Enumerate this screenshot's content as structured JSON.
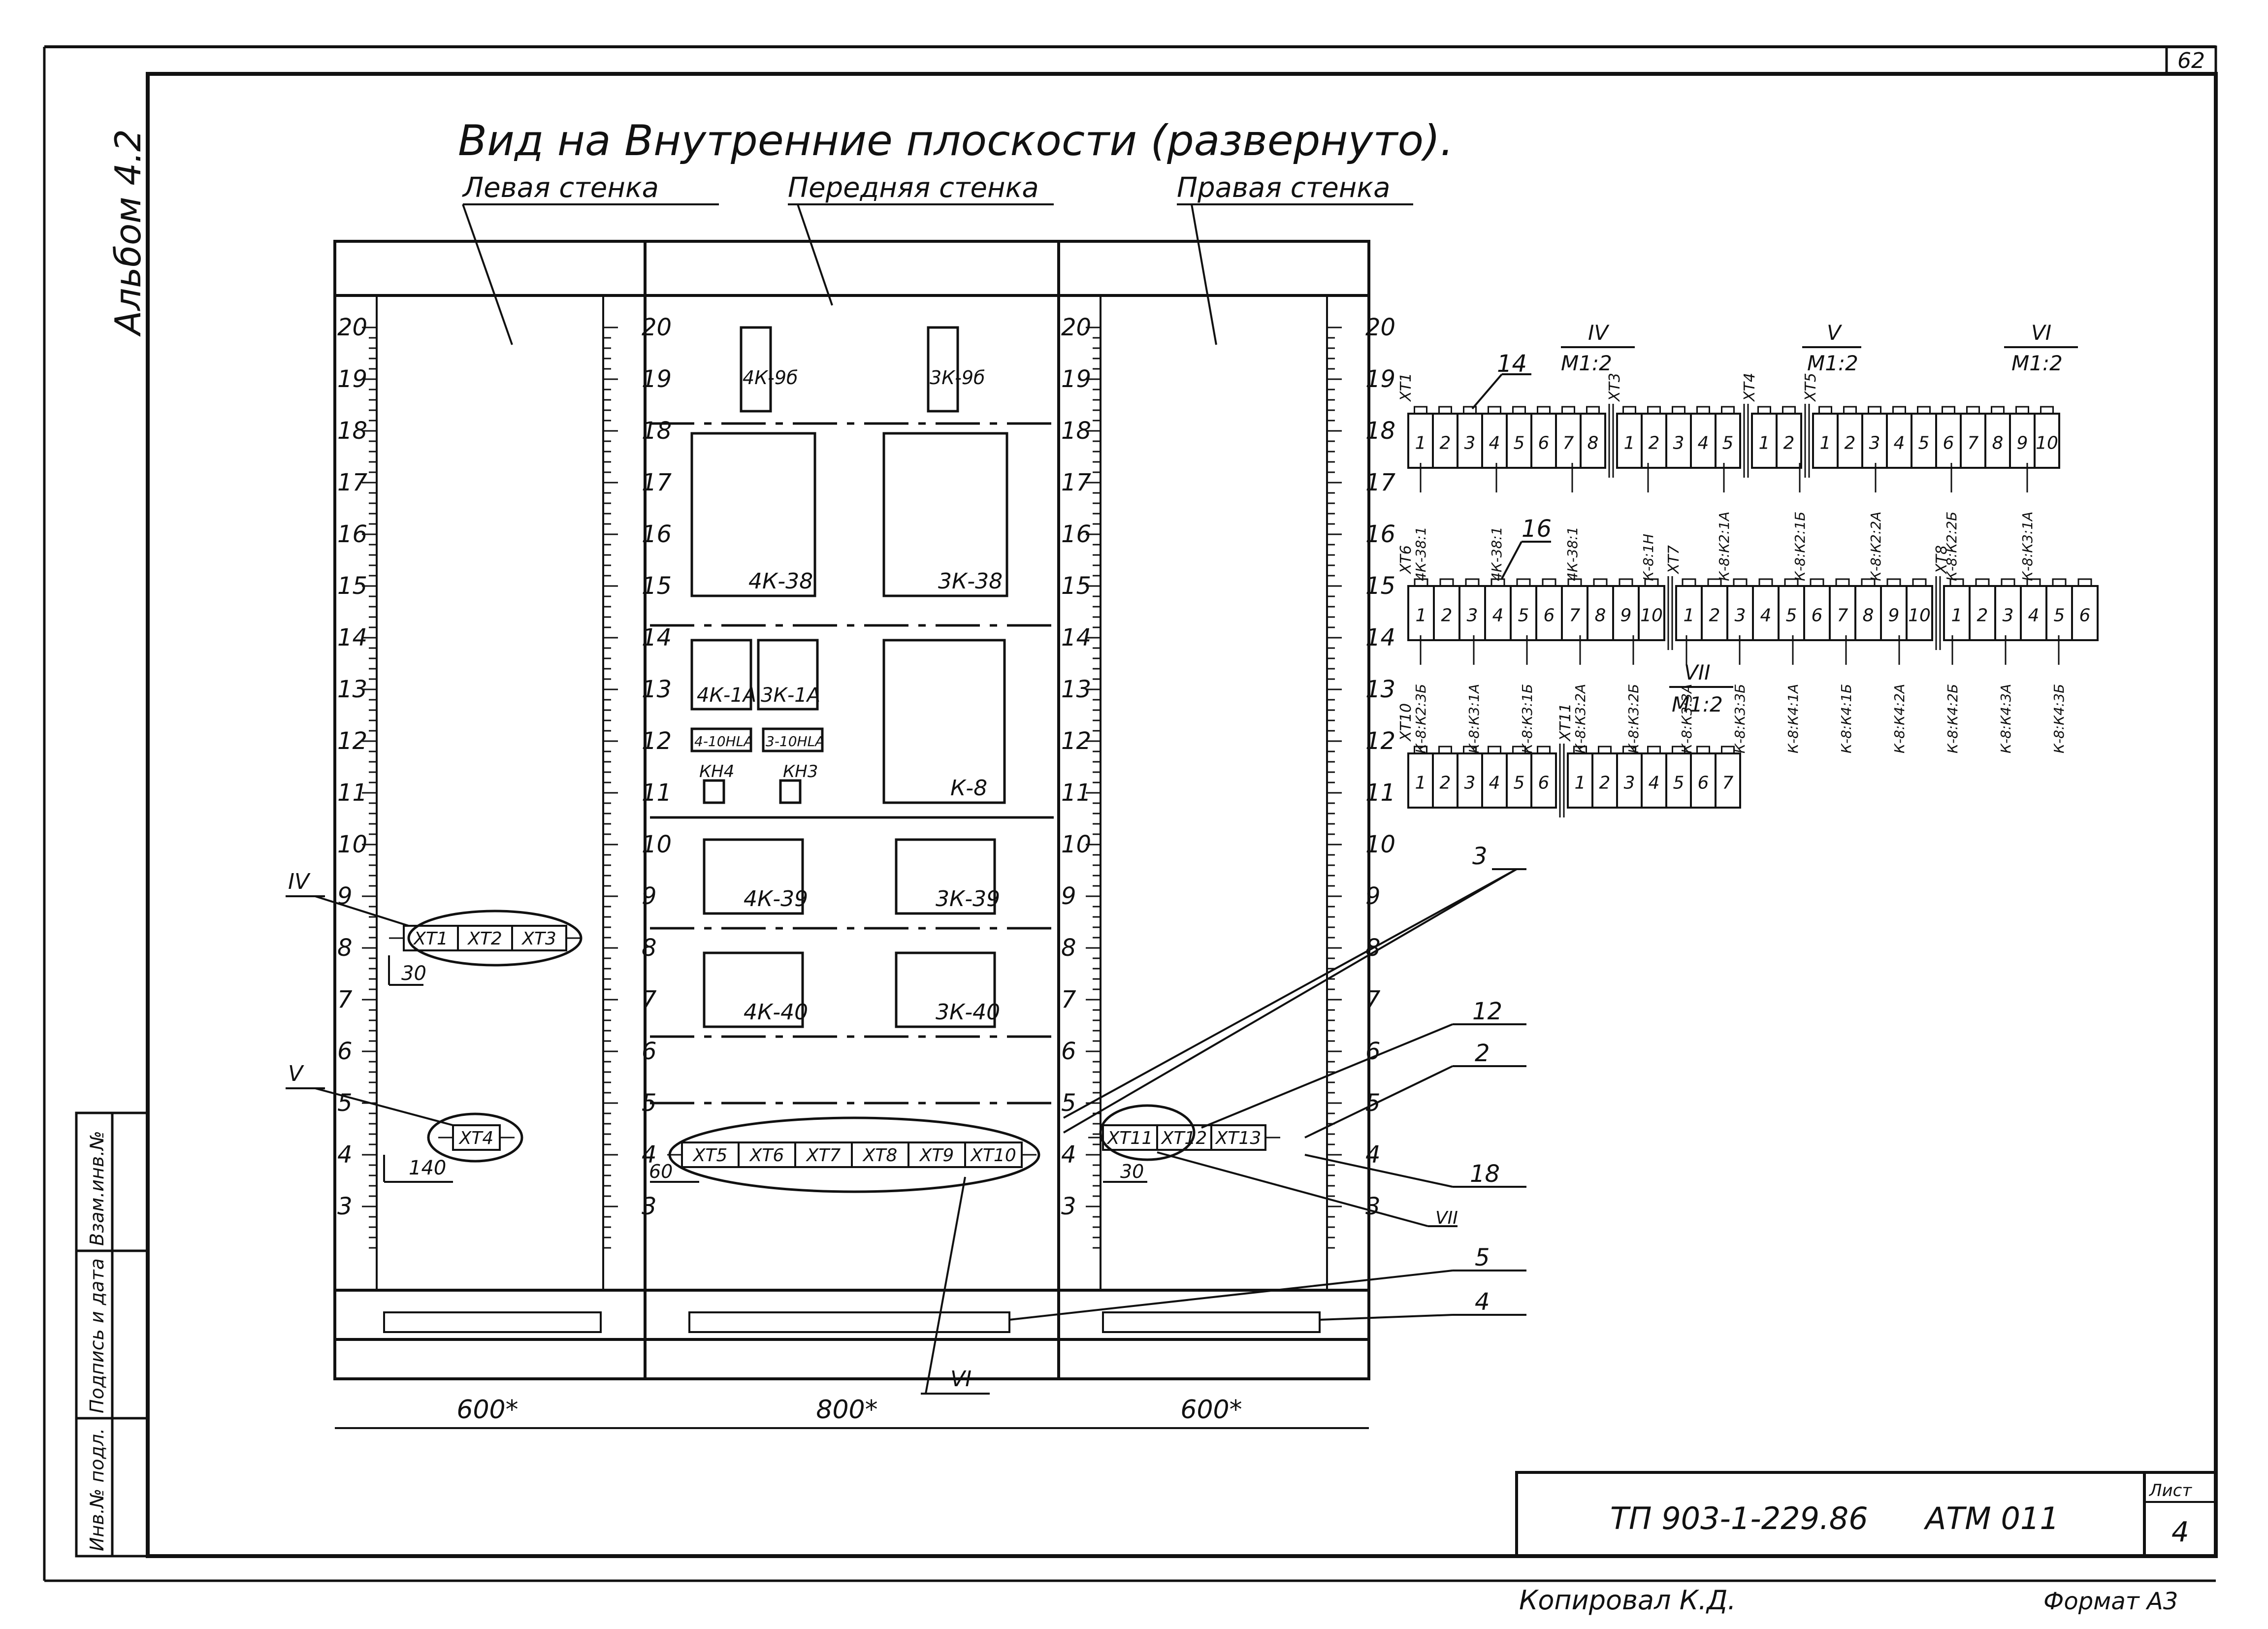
{
  "sheet_number": "62",
  "album": "Альбом 4.2",
  "title": "Вид на Внутренние плоскости (развернуто).",
  "walls": {
    "left": "Левая стенка",
    "front": "Передняя стенка",
    "right": "Правая стенка"
  },
  "ruler_numbers": [
    "20",
    "19",
    "18",
    "17",
    "16",
    "15",
    "14",
    "13",
    "12",
    "11",
    "10",
    "9",
    "8",
    "7",
    "6",
    "5",
    "4",
    "3"
  ],
  "devices": {
    "top_small": [
      "4К-9б",
      "3К-9б"
    ],
    "big_top": [
      "4К-38",
      "3К-38"
    ],
    "mid_small": [
      "4К-1А",
      "3К-1А"
    ],
    "k8": "К-8",
    "labels_hla": [
      "4-10НLА",
      "3-10НLА"
    ],
    "buttons": [
      "КН4",
      "КН3"
    ],
    "row39": [
      "4К-39",
      "3К-39"
    ],
    "row40": [
      "4К-40",
      "3К-40"
    ]
  },
  "terminal_rows": {
    "left_upper": [
      "ХТ1",
      "ХТ2",
      "ХТ3"
    ],
    "left_lower": [
      "ХТ4"
    ],
    "front": [
      "ХТ5",
      "ХТ6",
      "ХТ7",
      "ХТ8",
      "ХТ9",
      "ХТ10"
    ],
    "right": [
      "ХТ11",
      "ХТ12",
      "ХТ13"
    ]
  },
  "section_marks": {
    "iv": "IV",
    "v": "V",
    "vi": "VI",
    "vii": "VII"
  },
  "dims": {
    "d30a": "30",
    "d140": "140",
    "d60": "60",
    "d30b": "30",
    "w_left": "600*",
    "w_front": "800*",
    "w_right": "600*"
  },
  "callouts": [
    "3",
    "12",
    "2",
    "18",
    "5",
    "4",
    "14",
    "16"
  ],
  "scale": "М1:2",
  "strip1": {
    "groups": [
      {
        "label": "ХТ1",
        "numbers": [
          "1",
          "2",
          "3",
          "4",
          "5",
          "6",
          "7",
          "8"
        ]
      },
      {
        "label": "ХТ3",
        "numbers": [
          "1",
          "2",
          "3",
          "4",
          "5"
        ]
      },
      {
        "label": "ХТ4",
        "numbers": [
          "1",
          "2"
        ]
      },
      {
        "label": "ХТ5",
        "numbers": [
          "1",
          "2",
          "3",
          "4",
          "5",
          "6",
          "7",
          "8",
          "9",
          "10"
        ]
      }
    ],
    "wires": [
      "4К-38:1",
      "4К-38:1",
      "4К-38:1",
      "К-8:1Н",
      "К-8:К2:1А",
      "К-8:К2:1Б",
      "К-8:К2:2А",
      "К-8:К2:2Б",
      "К-8:К3:1А"
    ]
  },
  "strip2": {
    "groups": [
      {
        "label": "ХТ6",
        "numbers": [
          "1",
          "2",
          "3",
          "4",
          "5",
          "6",
          "7",
          "8",
          "9",
          "10"
        ]
      },
      {
        "label": "ХТ7",
        "numbers": [
          "1",
          "2",
          "3",
          "4",
          "5",
          "6",
          "7",
          "8",
          "9",
          "10"
        ]
      },
      {
        "label": "ХТ8",
        "numbers": [
          "1",
          "2",
          "3",
          "4",
          "5",
          "6"
        ]
      }
    ],
    "wires": [
      "К-8:К2:3Б",
      "К-8:К3:1А",
      "К-8:К3:1Б",
      "К-8:К3:2А",
      "К-8:К3:2Б",
      "К-8:К3:3А",
      "К-8:К3:3Б",
      "К-8:К4:1А",
      "К-8:К4:1Б",
      "К-8:К4:2А",
      "К-8:К4:2Б",
      "К-8:К4:3А",
      "К-8:К4:3Б"
    ]
  },
  "strip3": {
    "groups": [
      {
        "label": "ХТ10",
        "numbers": [
          "1",
          "2",
          "3",
          "4",
          "5",
          "6"
        ]
      },
      {
        "label": "ХТ11",
        "numbers": [
          "1",
          "2",
          "3",
          "4",
          "5",
          "6",
          "7"
        ]
      }
    ]
  },
  "side_stamp": [
    "Инв.№ подл.",
    "Подпись и дата",
    "Взам.инв.№"
  ],
  "stamp": {
    "code": "ТП 903-1-229.86",
    "doc": "АТМ 011",
    "sheet_label": "Лист",
    "sheet": "4"
  },
  "copied": "Копировал К.Д.",
  "format": "Формат А3"
}
